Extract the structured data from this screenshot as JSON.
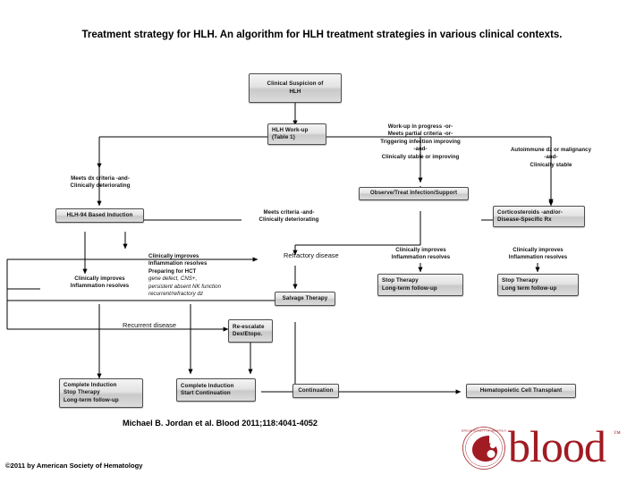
{
  "slide": {
    "title": "Treatment strategy for HLH. An algorithm for HLH treatment strategies in various clinical contexts.",
    "citation": "Michael B. Jordan et al. Blood 2011;118:4041-4052",
    "copyright": "©2011 by American Society of Hematology",
    "logo_word": "blood",
    "logo_tm": "™",
    "logo_mark_name": "blood-journal-seal-icon",
    "accent_color": "#a11b22"
  },
  "diagram": {
    "type": "flowchart",
    "nodes": [
      {
        "id": "clinical-suspicion",
        "lines": [
          "Clinical Suspicion of",
          "HLH"
        ]
      },
      {
        "id": "hlh-workup",
        "lines": [
          "HLH Work-up",
          "(Table 1)"
        ]
      },
      {
        "id": "observe-treat",
        "lines": [
          "Observe/Treat Infection/Support"
        ]
      },
      {
        "id": "hlh94-induction",
        "lines": [
          "HLH-94 Based  Induction"
        ]
      },
      {
        "id": "corticosteroids",
        "lines": [
          "Corticosteroids -and/or-",
          "Disease-Specific Rx"
        ]
      },
      {
        "id": "salvage-therapy",
        "lines": [
          "Salvage Therapy"
        ]
      },
      {
        "id": "stop-therapy-mid",
        "lines": [
          "Stop Therapy",
          "Long-term follow-up"
        ]
      },
      {
        "id": "stop-therapy-right",
        "lines": [
          "Stop Therapy",
          "Long term follow-up"
        ]
      },
      {
        "id": "re-escalate",
        "lines": [
          "Re-escalate",
          "Dex/Etopo."
        ]
      },
      {
        "id": "complete-induction-stop",
        "lines": [
          "Complete Induction",
          "Stop Therapy",
          "Long-term follow-up"
        ]
      },
      {
        "id": "complete-induction-continue",
        "lines": [
          "Complete Induction",
          "Start Continuation"
        ]
      },
      {
        "id": "continuation",
        "lines": [
          "Continuation"
        ]
      },
      {
        "id": "hct",
        "lines": [
          "Hematopoietic Cell Transplant"
        ]
      }
    ],
    "annotations": [
      {
        "id": "workup-in-progress",
        "lines": [
          {
            "text": "Work-up in progress  -or-",
            "italic": false
          },
          {
            "text": "Meets partial criteria  -or-",
            "italic": false
          },
          {
            "text": "Triggering infection improving",
            "italic": false
          },
          {
            "text": "-and-",
            "italic": false
          },
          {
            "text": "Clinically stable or improving",
            "italic": false
          }
        ]
      },
      {
        "id": "autoimmune-dz",
        "lines": [
          {
            "text": "Autoimmune dz or malignancy",
            "italic": false
          },
          {
            "text": "-and-",
            "italic": false
          },
          {
            "text": "Clinically stable",
            "italic": false
          }
        ]
      },
      {
        "id": "meets-dx-criteria",
        "lines": [
          {
            "text": "Meets dx criteria -and-",
            "italic": false
          },
          {
            "text": "Clinically deteriorating",
            "italic": false
          }
        ]
      },
      {
        "id": "meets-criteria-deteriorating",
        "lines": [
          {
            "text": "Meets criteria -and-",
            "italic": false
          },
          {
            "text": "Clinically deteriorating",
            "italic": false
          }
        ]
      },
      {
        "id": "clinically-improves-left",
        "lines": [
          {
            "text": "Clinically improves",
            "italic": false
          },
          {
            "text": "Inflammation resolves",
            "italic": false
          }
        ]
      },
      {
        "id": "preparing-for-hct",
        "lines": [
          {
            "text": "Clinically improves",
            "italic": false
          },
          {
            "text": "Inflammation resolves",
            "italic": false
          },
          {
            "text": "Preparing for HCT",
            "italic": false
          },
          {
            "text": "gene defect, CNS+,",
            "italic": true
          },
          {
            "text": "persistent absent NK function",
            "italic": true
          },
          {
            "text": "recurrent/refractory dz",
            "italic": true
          }
        ]
      },
      {
        "id": "clinically-improves-mid",
        "lines": [
          {
            "text": "Clinically improves",
            "italic": false
          },
          {
            "text": "Inflammation resolves",
            "italic": false
          }
        ]
      },
      {
        "id": "clinically-improves-right",
        "lines": [
          {
            "text": "Clinically improves",
            "italic": false
          },
          {
            "text": "Inflammation resolves",
            "italic": false
          }
        ]
      }
    ],
    "edge_labels": [
      {
        "id": "refractory-disease",
        "text": "Refractory disease"
      },
      {
        "id": "recurrent-disease",
        "text": "Recurrent disease"
      }
    ]
  }
}
